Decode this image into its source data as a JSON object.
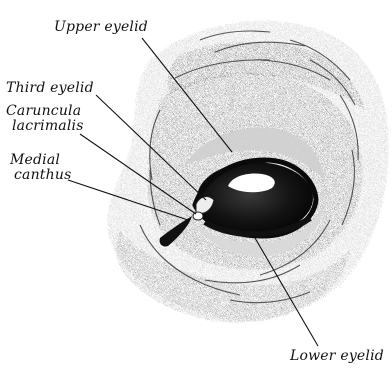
{
  "labels": {
    "upper_eyelid": "Upper eyelid",
    "third_eyelid": "Third eyelid",
    "caruncula_line1": "Caruncula",
    "caruncula_line2": "lacrimalis",
    "medial_line1": "Medial",
    "medial_line2": "canthus",
    "lower_eyelid": "Lower eyelid"
  }
}
